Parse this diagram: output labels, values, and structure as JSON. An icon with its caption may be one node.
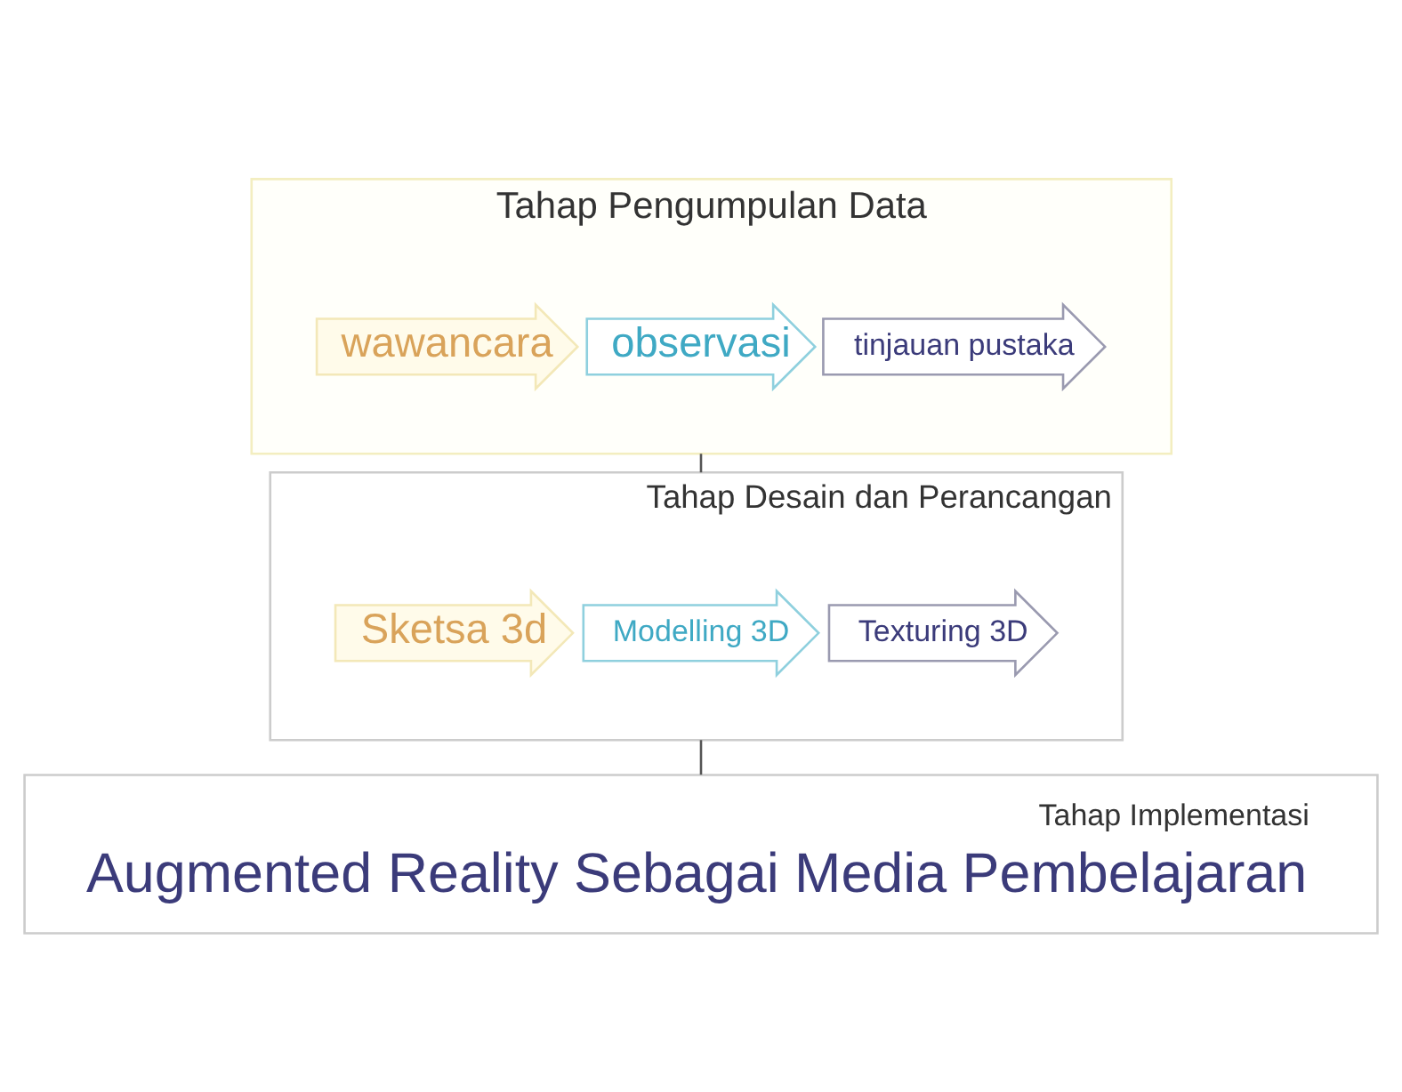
{
  "diagram": {
    "nodes": [
      {
        "text": [
          "Tahap Pengumpulan Data"
        ]
      },
      {
        "text": [
          "wawancara"
        ],
        "in": 0
      },
      {
        "text": [
          "observasi"
        ],
        "in": 0
      },
      {
        "text": [
          "tinjauan pustaka"
        ],
        "in": 0
      },
      {
        "text": [
          "Tahap Desain dan Perancangan"
        ]
      },
      {
        "text": [
          "Sketsa 3d"
        ],
        "in": 4
      },
      {
        "text": [
          "Modelling 3D"
        ],
        "in": 4
      },
      {
        "text": [
          "Texturing 3D"
        ],
        "in": 4
      },
      {
        "text": [
          "Tahap Implementasi",
          "Augmented Reality Sebagai Media Pembelajaran"
        ]
      }
    ],
    "edges": [
      {
        "from": 0,
        "to": 4,
        "arrow": "none"
      },
      {
        "from": 4,
        "to": 8,
        "arrow": "none"
      }
    ]
  }
}
